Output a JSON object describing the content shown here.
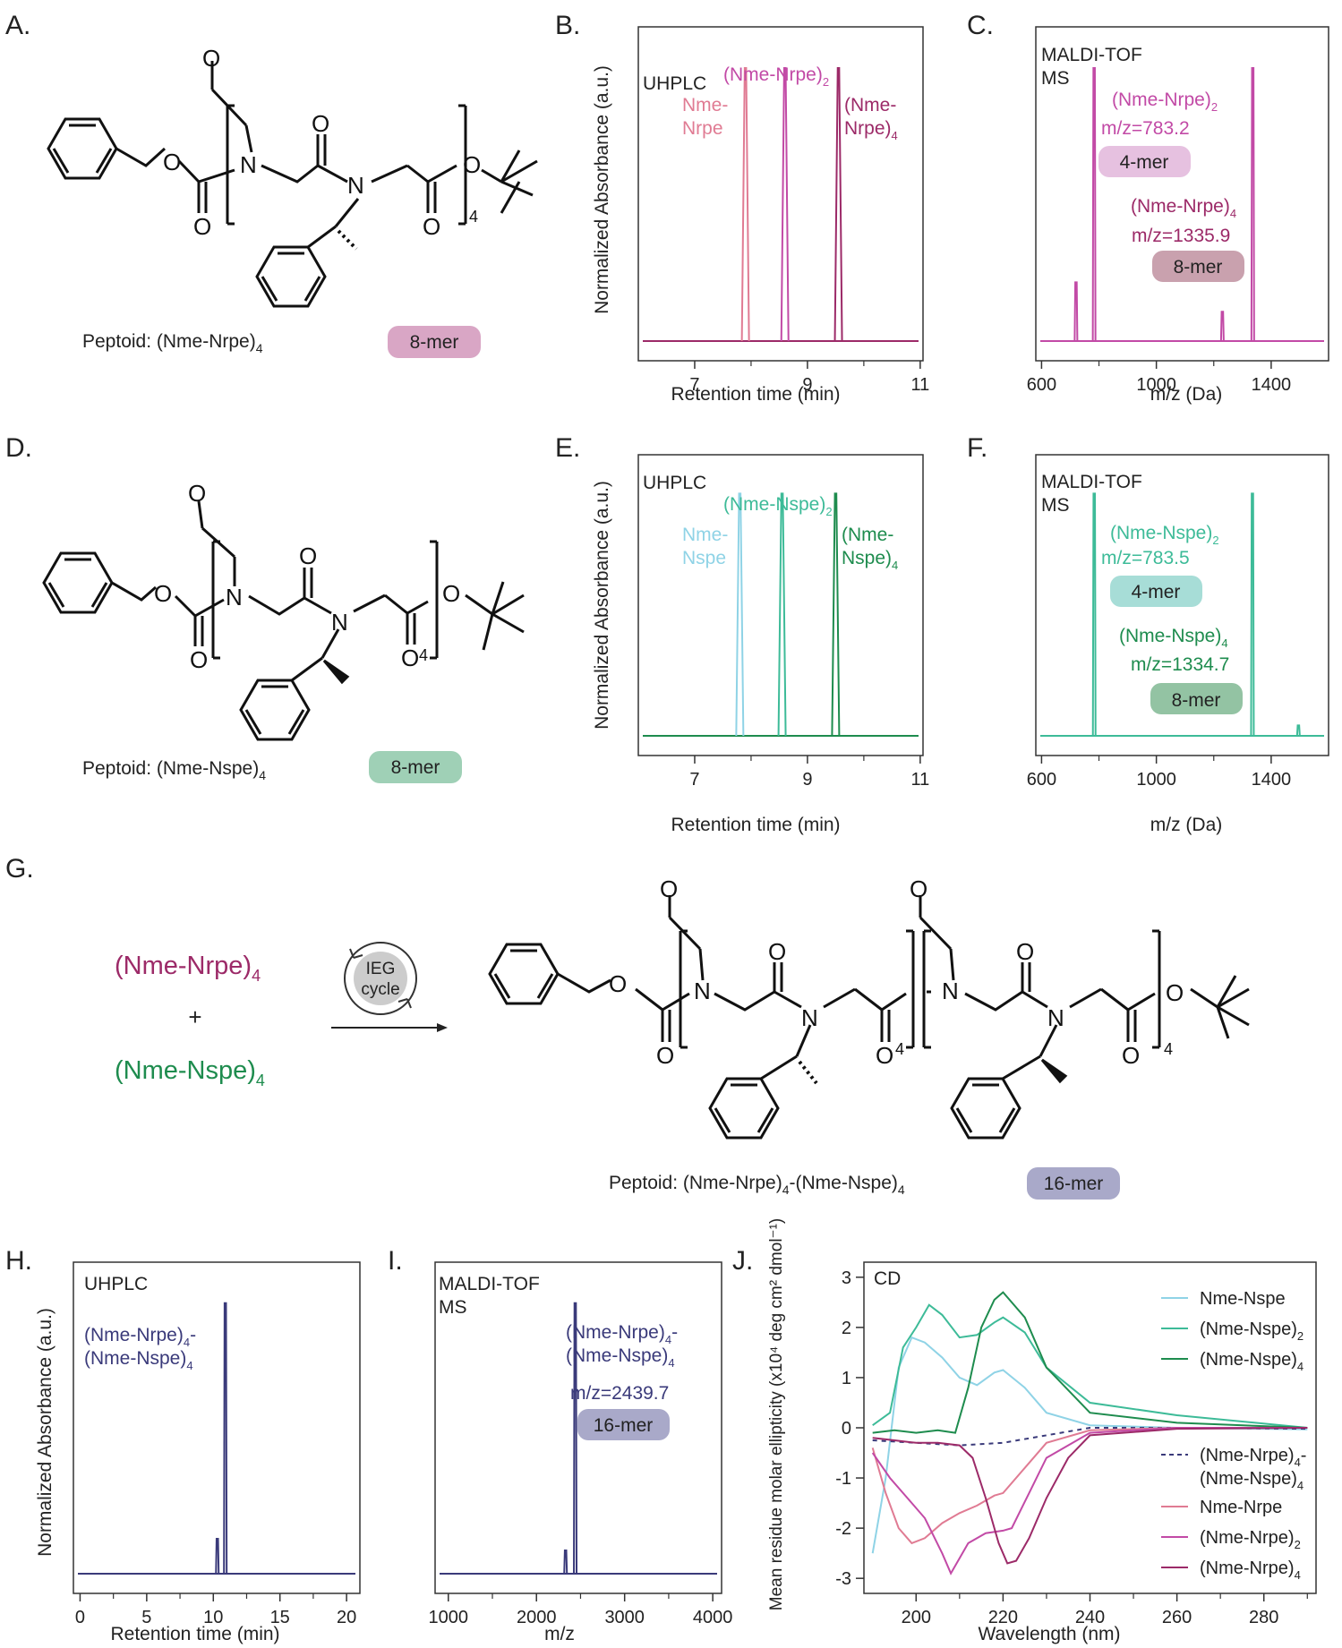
{
  "colors": {
    "nme_nrpe": "#e07b93",
    "nme_nrpe_2": "#c24aa6",
    "nme_nrpe_4": "#9c2a68",
    "nme_nspe": "#8fd3e6",
    "nme_nspe_2": "#3dbb98",
    "nme_nspe_4": "#1e8c4e",
    "hybrid": "#3a3a7a",
    "badge_a": "#d9a6c5",
    "badge_c4": "#e6c1e0",
    "badge_c8": "#c9a1ae",
    "badge_d": "#9fd0b6",
    "badge_f4": "#a7ddd7",
    "badge_f8": "#93c3a3",
    "badge_g": "#a9a9c9",
    "axis": "#333333"
  },
  "panels": {
    "A": {
      "letter": "A.",
      "caption_main": "Peptoid: (Nme-Nrpe)",
      "caption_sub": "4",
      "badge": "8-mer",
      "repeat": "4"
    },
    "B": {
      "letter": "B.",
      "title": "UHPLC",
      "xlabel": "Retention time (min)",
      "ylabel": "Normalized Absorbance (a.u.)",
      "labels": [
        {
          "l1": "Nme-",
          "l2": "Nrpe",
          "sub": ""
        },
        {
          "l1": "(Nme-Nrpe)",
          "sub": "2"
        },
        {
          "l1": "(Nme-",
          "l2": "Nrpe)",
          "sub": "4"
        }
      ]
    },
    "C": {
      "letter": "C.",
      "title1": "MALDI-TOF",
      "title2": "MS",
      "xlabel": "m/z (Da)",
      "label1": "(Nme-Nrpe)",
      "label1_sub": "2",
      "mz1": "m/z=783.2",
      "badge1": "4-mer",
      "label2": "(Nme-Nrpe)",
      "label2_sub": "4",
      "mz2": "m/z=1335.9",
      "badge2": "8-mer"
    },
    "D": {
      "letter": "D.",
      "caption_main": "Peptoid: (Nme-Nspe)",
      "caption_sub": "4",
      "badge": "8-mer",
      "repeat": "4"
    },
    "E": {
      "letter": "E.",
      "title": "UHPLC",
      "xlabel": "Retention time (min)",
      "ylabel": "Normalized Absorbance (a.u.)",
      "labels": [
        {
          "l1": "Nme-",
          "l2": "Nspe",
          "sub": ""
        },
        {
          "l1": "(Nme-Nspe)",
          "sub": "2"
        },
        {
          "l1": "(Nme-",
          "l2": "Nspe)",
          "sub": "4"
        }
      ]
    },
    "F": {
      "letter": "F.",
      "title1": "MALDI-TOF",
      "title2": "MS",
      "xlabel": "m/z (Da)",
      "label1": "(Nme-Nspe)",
      "label1_sub": "2",
      "mz1": "m/z=783.5",
      "badge1": "4-mer",
      "label2": "(Nme-Nspe)",
      "label2_sub": "4",
      "mz2": "m/z=1334.7",
      "badge2": "8-mer"
    },
    "G": {
      "letter": "G.",
      "reactant1": "(Nme-Nrpe)",
      "reactant1_sub": "4",
      "plus": "+",
      "reactant2": "(Nme-Nspe)",
      "reactant2_sub": "4",
      "cycle1": "IEG",
      "cycle2": "cycle",
      "caption_a": "Peptoid: (Nme-Nrpe)",
      "caption_sub1": "4",
      "caption_b": "-(Nme-Nspe)",
      "caption_sub2": "4",
      "badge": "16-mer",
      "repeat": "4"
    },
    "H": {
      "letter": "H.",
      "title": "UHPLC",
      "xlabel": "Retention time (min)",
      "ylabel": "Normalized Absorbance (a.u.)",
      "label_l1": "(Nme-Nrpe)",
      "label_sub1": "4",
      "label_l1b": "-",
      "label_l2": "(Nme-Nspe)",
      "label_sub2": "4"
    },
    "I": {
      "letter": "I.",
      "title1": "MALDI-TOF",
      "title2": "MS",
      "xlabel": "m/z",
      "label_l1": "(Nme-Nrpe)",
      "label_sub1": "4",
      "label_l1b": "-",
      "label_l2": "(Nme-Nspe)",
      "label_sub2": "4",
      "mz": "m/z=2439.7",
      "badge": "16-mer"
    },
    "J": {
      "letter": "J.",
      "title": "CD",
      "xlabel": "Wavelength (nm)",
      "ylabel": "Mean residue molar ellipticity (x10⁴ deg cm² dmol⁻¹)"
    }
  },
  "chart_data": [
    {
      "panel": "B",
      "type": "line",
      "title": "UHPLC",
      "xlabel": "Retention time (min)",
      "ylabel": "Normalized Absorbance (a.u.)",
      "xlim": [
        6,
        11.05
      ],
      "xticks": [
        7,
        9,
        11
      ],
      "ylim": [
        0,
        1
      ],
      "series": [
        {
          "name": "Nme-Nrpe",
          "peak": 7.9,
          "height": 0.93
        },
        {
          "name": "(Nme-Nrpe)2",
          "peak": 8.6,
          "height": 0.93
        },
        {
          "name": "(Nme-Nrpe)4",
          "peak": 9.55,
          "height": 0.93
        }
      ]
    },
    {
      "panel": "C",
      "type": "line",
      "title": "MALDI-TOF MS",
      "xlabel": "m/z (Da)",
      "xlim": [
        580,
        1600
      ],
      "xticks": [
        600,
        1000,
        1400
      ],
      "ylim": [
        0,
        1
      ],
      "peaks": [
        {
          "x": 720,
          "h": 0.2
        },
        {
          "x": 783.2,
          "h": 0.93
        },
        {
          "x": 1230,
          "h": 0.1
        },
        {
          "x": 1335.9,
          "h": 0.93
        }
      ]
    },
    {
      "panel": "E",
      "type": "line",
      "title": "UHPLC",
      "xlabel": "Retention time (min)",
      "ylabel": "Normalized Absorbance (a.u.)",
      "xlim": [
        6,
        11.05
      ],
      "xticks": [
        7,
        9,
        11
      ],
      "ylim": [
        0,
        1
      ],
      "series": [
        {
          "name": "Nme-Nspe",
          "peak": 7.8,
          "height": 0.93
        },
        {
          "name": "(Nme-Nspe)2",
          "peak": 8.55,
          "height": 0.93
        },
        {
          "name": "(Nme-Nspe)4",
          "peak": 9.5,
          "height": 0.93
        }
      ]
    },
    {
      "panel": "F",
      "type": "line",
      "title": "MALDI-TOF MS",
      "xlabel": "m/z (Da)",
      "xlim": [
        580,
        1600
      ],
      "xticks": [
        600,
        1000,
        1400
      ],
      "ylim": [
        0,
        1
      ],
      "peaks": [
        {
          "x": 783.5,
          "h": 0.93
        },
        {
          "x": 1334.7,
          "h": 0.93
        },
        {
          "x": 1495,
          "h": 0.04
        }
      ]
    },
    {
      "panel": "H",
      "type": "line",
      "title": "UHPLC",
      "xlabel": "Retention time (min)",
      "ylabel": "Normalized Absorbance (a.u.)",
      "xlim": [
        -0.5,
        21
      ],
      "xticks": [
        0,
        5,
        10,
        15,
        20
      ],
      "ylim": [
        0,
        1
      ],
      "peaks": [
        {
          "x": 10.3,
          "h": 0.12
        },
        {
          "x": 10.9,
          "h": 0.93
        }
      ]
    },
    {
      "panel": "I",
      "type": "line",
      "title": "MALDI-TOF MS",
      "xlabel": "m/z",
      "xlim": [
        850,
        4100
      ],
      "xticks": [
        1000,
        2000,
        3000,
        4000
      ],
      "ylim": [
        0,
        1
      ],
      "peaks": [
        {
          "x": 2330,
          "h": 0.08
        },
        {
          "x": 2439.7,
          "h": 0.93
        }
      ]
    },
    {
      "panel": "J",
      "type": "line",
      "title": "CD",
      "xlabel": "Wavelength (nm)",
      "ylabel": "Mean residue molar ellipticity (x10^4 deg cm^2 dmol^-1)",
      "xlim": [
        188,
        292
      ],
      "ylim": [
        -3.3,
        3.3
      ],
      "xticks": [
        200,
        220,
        240,
        260,
        280
      ],
      "yticks": [
        -3,
        -2,
        -1,
        0,
        1,
        2,
        3
      ],
      "series": [
        {
          "name": "Nme-Nspe",
          "x": [
            190,
            193,
            196,
            199,
            202,
            206,
            210,
            214,
            218,
            220,
            225,
            230,
            240,
            260,
            290
          ],
          "y": [
            -2.5,
            -1.0,
            1.2,
            1.8,
            1.7,
            1.4,
            1.0,
            0.85,
            1.1,
            1.15,
            0.8,
            0.3,
            0.05,
            0.0,
            -0.03
          ]
        },
        {
          "name": "(Nme-Nspe)2",
          "x": [
            190,
            194,
            197,
            200,
            203,
            206,
            210,
            214,
            218,
            220,
            225,
            230,
            240,
            260,
            290
          ],
          "y": [
            0.05,
            0.3,
            1.6,
            2.0,
            2.45,
            2.25,
            1.8,
            1.85,
            2.1,
            2.2,
            1.9,
            1.2,
            0.5,
            0.25,
            0.0
          ]
        },
        {
          "name": "(Nme-Nspe)4",
          "x": [
            190,
            195,
            200,
            205,
            209,
            212,
            215,
            218,
            220,
            225,
            230,
            240,
            260,
            290
          ],
          "y": [
            -0.1,
            -0.05,
            -0.1,
            -0.05,
            -0.1,
            0.8,
            2.0,
            2.55,
            2.7,
            2.2,
            1.2,
            0.3,
            0.1,
            0.0
          ]
        },
        {
          "name": "(Nme-Nrpe)4-(Nme-Nspe)4",
          "dashed": true,
          "x": [
            190,
            200,
            210,
            220,
            230,
            240,
            260,
            290
          ],
          "y": [
            -0.25,
            -0.3,
            -0.35,
            -0.3,
            -0.15,
            0.0,
            0.0,
            -0.02
          ]
        },
        {
          "name": "Nme-Nrpe",
          "x": [
            190,
            193,
            196,
            199,
            202,
            206,
            210,
            214,
            218,
            220,
            225,
            230,
            240,
            260,
            290
          ],
          "y": [
            -0.4,
            -1.3,
            -2.0,
            -2.3,
            -2.2,
            -1.9,
            -1.7,
            -1.55,
            -1.35,
            -1.3,
            -0.8,
            -0.3,
            -0.05,
            0.0,
            0.0
          ]
        },
        {
          "name": "(Nme-Nrpe)2",
          "x": [
            190,
            194,
            198,
            202,
            206,
            208,
            212,
            216,
            220,
            222,
            226,
            230,
            240,
            260,
            290
          ],
          "y": [
            -0.5,
            -1.0,
            -1.4,
            -1.8,
            -2.5,
            -2.9,
            -2.3,
            -2.1,
            -2.05,
            -2.0,
            -1.3,
            -0.6,
            -0.1,
            0.0,
            0.0
          ]
        },
        {
          "name": "(Nme-Nrpe)4",
          "x": [
            190,
            195,
            200,
            205,
            210,
            213,
            216,
            219,
            221,
            223,
            226,
            230,
            235,
            240,
            260,
            290
          ],
          "y": [
            -0.2,
            -0.25,
            -0.3,
            -0.3,
            -0.35,
            -0.6,
            -1.4,
            -2.3,
            -2.7,
            -2.65,
            -2.2,
            -1.4,
            -0.6,
            -0.15,
            -0.02,
            0.0
          ]
        }
      ]
    }
  ]
}
